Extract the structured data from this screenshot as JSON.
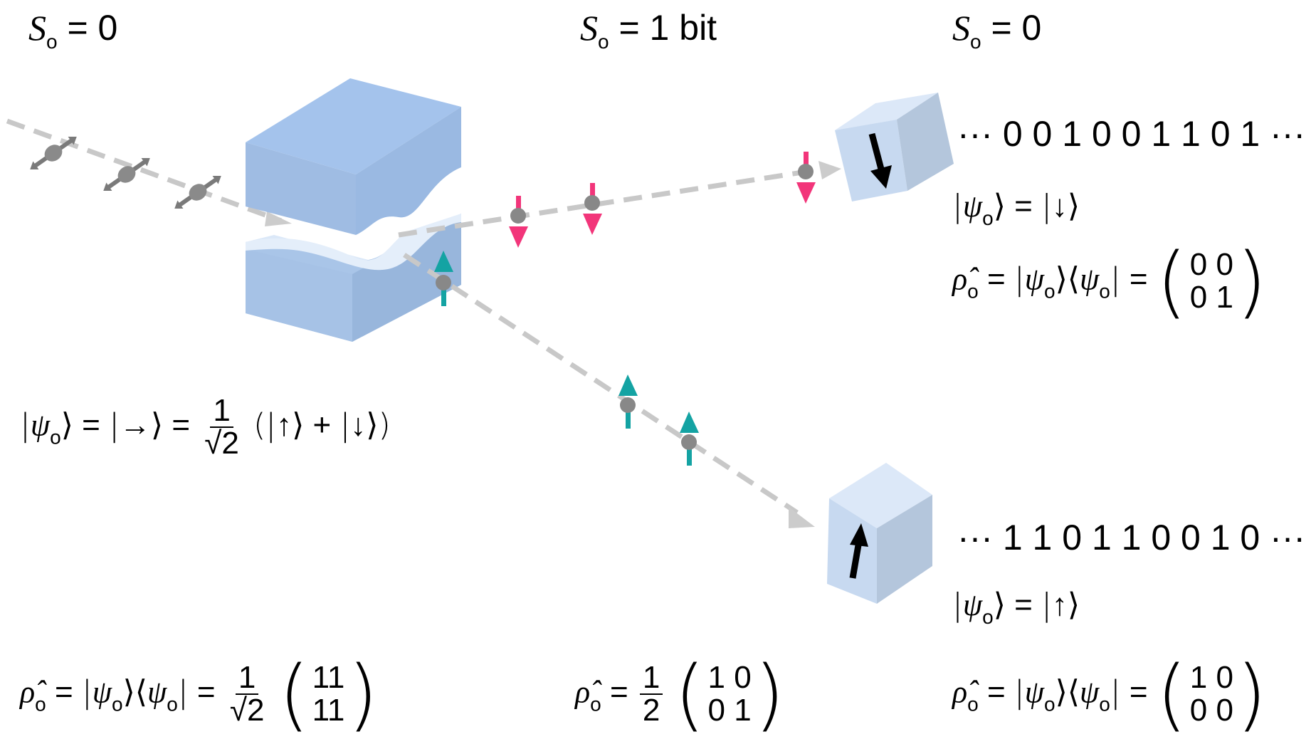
{
  "entropy_labels": {
    "left": {
      "symbol": "S",
      "sub": "o",
      "rest": " = 0"
    },
    "middle": {
      "symbol": "S",
      "sub": "o",
      "rest": " = 1 bit"
    },
    "right": {
      "symbol": "S",
      "sub": "o",
      "rest": " = 0"
    }
  },
  "bit_strings": {
    "top": "··· 0 0 1 0 0 1 1 0 1  ···",
    "bottom": "··· 1 1 0 1 1 0 0 1 0  ···"
  },
  "states": {
    "psi_symbol": "ψ",
    "rho_symbol": "ρ̂",
    "sub": "o",
    "input_ket_right": "→",
    "up": "↑",
    "down": "↓",
    "frac_num": "1",
    "frac_den": "√2",
    "half_num": "1",
    "half_den": "2",
    "plus": "+",
    "equals": "="
  },
  "matrices": {
    "input_rho": [
      [
        "1",
        "1"
      ],
      [
        "1",
        "1"
      ]
    ],
    "mixed_rho": [
      [
        "1",
        "0"
      ],
      [
        "0",
        "1"
      ]
    ],
    "down_rho": [
      [
        "0",
        "0"
      ],
      [
        "0",
        "1"
      ]
    ],
    "up_rho": [
      [
        "1",
        "0"
      ],
      [
        "0",
        "0"
      ]
    ]
  },
  "colors": {
    "magnet_front": "#a9c6e8",
    "magnet_top": "#a4c3ec",
    "magnet_side": "#97b5dc",
    "box_front": "#c7d9f0",
    "box_top": "#dce8f8",
    "box_side": "#b4c6dc",
    "spin_down": "#f2357a",
    "spin_up": "#14a3a3",
    "particle": "#888888",
    "beam": "#c8c8c8"
  }
}
